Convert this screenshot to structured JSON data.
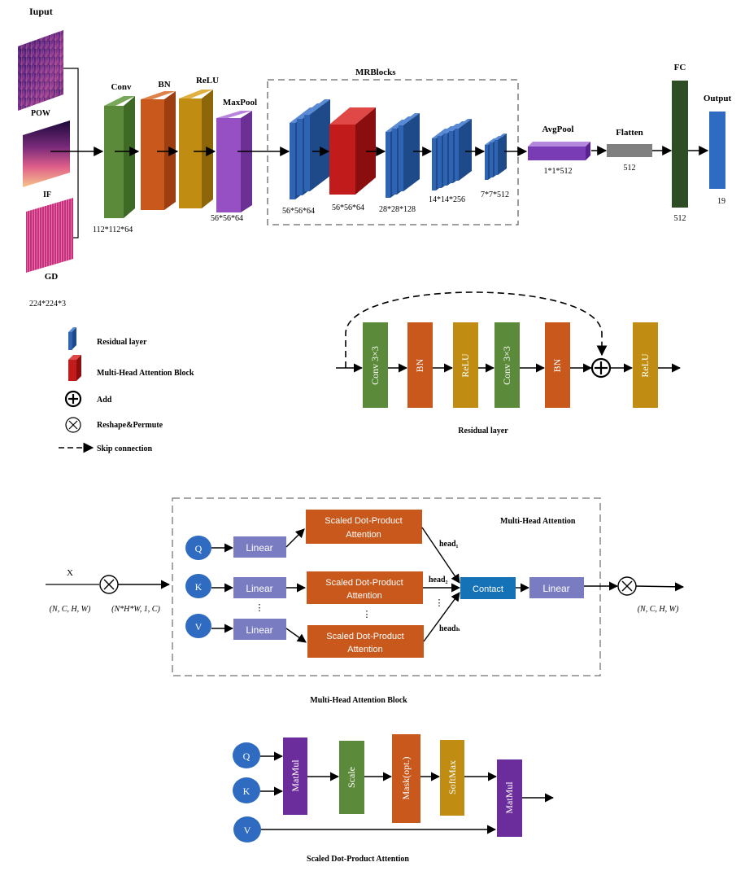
{
  "colors": {
    "conv_green": "#5a8a3a",
    "bn_orange": "#c9581c",
    "relu_gold": "#c08d12",
    "maxpool_purple": "#9650c4",
    "residual_blue": "#2f64b4",
    "attention_red": "#c11b1b",
    "linear_lavender": "#7a7cc1",
    "qkv_blue": "#2f6bc1",
    "contact_blue": "#1572b6",
    "fc_dark_green": "#2f4d24",
    "output_blue": "#2f6bc1",
    "flatten_gray": "#808080",
    "mha_block_purple": "#6c2d9c"
  },
  "icons": {
    "add": "circle-plus-icon",
    "reshape": "circle-times-icon",
    "skip": "dashed-arrow-icon"
  },
  "top": {
    "input_title": "Iuput",
    "pow": "POW",
    "if": "IF",
    "gd": "GD",
    "input_dim": "224*224*3",
    "conv": "Conv",
    "bn": "BN",
    "relu": "ReLU",
    "maxpool": "MaxPool",
    "conv_dim": "112*112*64",
    "maxpool_dim": "56*56*64",
    "mrblocks": "MRBlocks",
    "mr_dims": [
      "56*56*64",
      "56*56*64",
      "28*28*128",
      "14*14*256",
      "7*7*512"
    ],
    "avgpool": "AvgPool",
    "avgpool_dim": "1*1*512",
    "flatten": "Flatten",
    "flatten_dim": "512",
    "fc": "FC",
    "fc_dim": "512",
    "output": "Output",
    "output_dim": "19"
  },
  "legend": {
    "residual": "Residual layer",
    "mha": "Multi-Head Attention Block",
    "add": "Add",
    "reshape": "Reshape&Permute",
    "skip": "Skip connection"
  },
  "residual_layer": {
    "title": "Residual layer",
    "conv1": "Conv 3×3",
    "bn1": "BN",
    "relu1": "ReLU",
    "conv2": "Conv 3×3",
    "bn2": "BN",
    "relu2": "ReLU"
  },
  "mha": {
    "title": "Multi-Head Attention",
    "block_title": "Multi-Head Attention Block",
    "x": "X",
    "in_shape": "(N, C, H, W)",
    "reshaped_shape": "(N*H*W, 1, C)",
    "out_shape": "(N, C, H, W)",
    "q": "Q",
    "k": "K",
    "v": "V",
    "linear": "Linear",
    "sdpa_line1": "Scaled Dot-Product",
    "sdpa_line2": "Attention",
    "head1": "head₁",
    "head2": "head₂",
    "headh": "headₕ",
    "contact": "Contact",
    "dots": "⋮"
  },
  "sdpa": {
    "title": "Scaled Dot-Product Attention",
    "q": "Q",
    "k": "K",
    "v": "V",
    "matmul1": "MatMul",
    "scale": "Scale",
    "mask": "Mask(opt.)",
    "softmax": "SoftMax",
    "matmul2": "MatMul"
  }
}
